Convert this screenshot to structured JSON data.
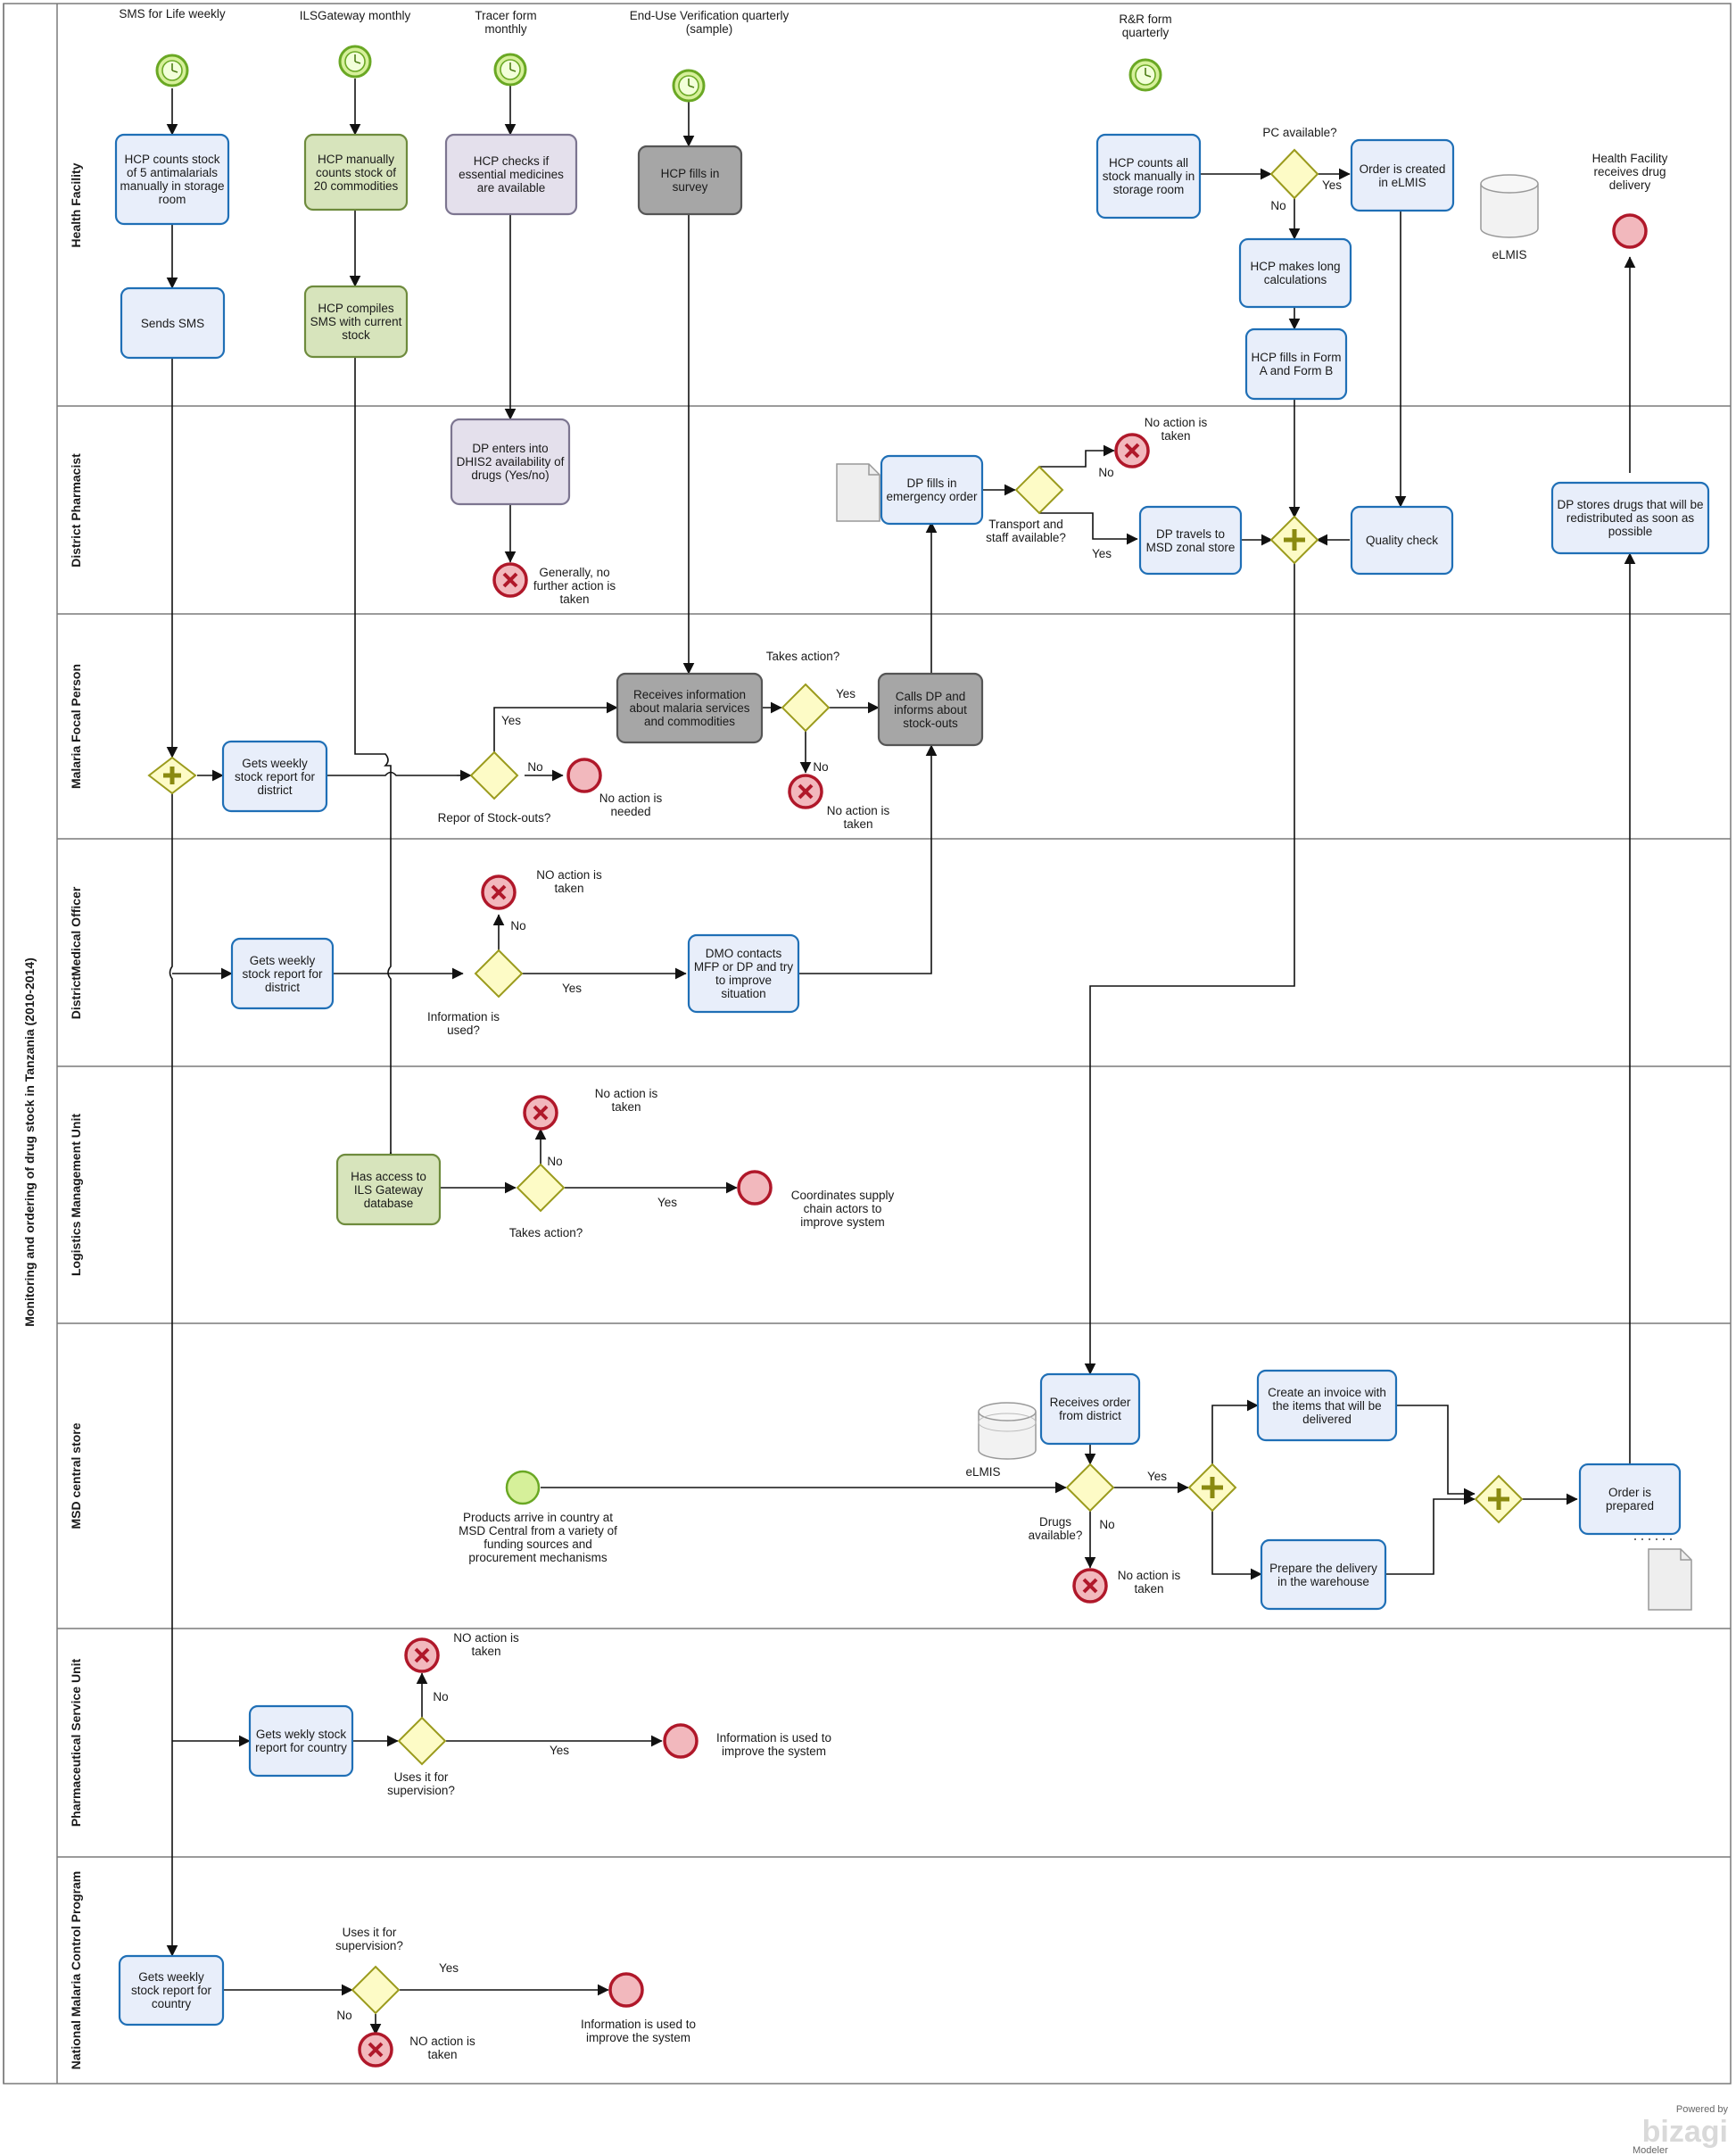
{
  "pool": {
    "title": "Monitoring and ordering of drug stock in Tanzania  (2010-2014)"
  },
  "lanes": [
    {
      "id": "health-facility",
      "label": "Health Facility"
    },
    {
      "id": "district-pharmacist",
      "label": "District Pharmacist"
    },
    {
      "id": "malaria-focal-person",
      "label": "Malaria Focal Person"
    },
    {
      "id": "district-medical-officer",
      "label": "DistrictMedical Officer"
    },
    {
      "id": "logistics-management-unit",
      "label": "Logistics Management Unit"
    },
    {
      "id": "msd-central-store",
      "label": "MSD central store"
    },
    {
      "id": "pharmaceutical-service-unit",
      "label": "Pharmaceutical Service Unit"
    },
    {
      "id": "national-malaria-control-program",
      "label": "National Malaria Control Program"
    }
  ],
  "tasks": {
    "hcp_counts_5": "HCP counts stock of 5 antimalarials manually in storage room",
    "sends_sms": "Sends SMS",
    "hcp_manually_counts_20": "HCP manually counts stock of 20 commodities",
    "hcp_compiles_sms": "HCP compiles SMS with current stock",
    "hcp_checks_essential": "HCP checks if essential medicines are available",
    "hcp_fills_survey": "HCP fills in survey",
    "hcp_counts_all": "HCP counts all stock manually in storage room",
    "order_created_elmis": "Order is created in eLMIS",
    "hcp_long_calculations": "HCP makes long calculations",
    "hcp_fills_forms": "HCP fills in Form A and Form B",
    "dp_enters_dhis2": "DP enters into DHIS2 availability of drugs (Yes/no)",
    "dp_fills_emergency": "DP fills in emergency order",
    "dp_travels_msd": "DP travels to MSD zonal store",
    "quality_check": "Quality check",
    "dp_stores_drugs": "DP stores drugs that will be redistributed as soon as possible",
    "mfp_gets_weekly": "Gets weekly stock report for district",
    "receives_malaria_info": "Receives information about malaria services and commodities",
    "calls_dp_informs": "Calls DP and informs about stock-outs",
    "dmo_gets_weekly": "Gets weekly stock report for district",
    "dmo_contacts": "DMO contacts MFP or DP and try to improve situation",
    "lmu_access_ils": "Has access to ILS Gateway database",
    "receives_order_district": "Receives order from district",
    "create_invoice": "Create an invoice with the items that will be delivered",
    "prepare_delivery": "Prepare the delivery in the warehouse",
    "order_prepared": "Order is prepared",
    "psu_gets_weekly": "Gets wekly stock report for country",
    "nmcp_gets_weekly": "Gets weekly stock report for country"
  },
  "events": {
    "sms_for_life": "SMS for Life weekly",
    "ils_gateway": "ILSGateway monthly",
    "tracer_form": "Tracer form monthly",
    "end_use_verification": "End-Use Verification quarterly (sample)",
    "rr_form": "R&R form quarterly",
    "health_facility_receives": "Health Facility receives drug delivery",
    "dp_no_action_taken": "No action is taken",
    "dp_generally_no_further": "Generally, no further action is taken",
    "mfp_no_action_needed": "No action is needed",
    "mfp_no_action_taken": "No action is taken",
    "dmo_no_action_taken": "NO action is taken",
    "lmu_no_action_taken": "No action is taken",
    "lmu_coordinates": "Coordinates supply chain actors to improve system",
    "msd_products_arrive": "Products arrive in country at MSD Central from a variety of funding sources and procurement mechanisms",
    "msd_no_action_taken": "No action is taken",
    "psu_no_action_taken": "NO action is taken",
    "psu_info_used": "Information is used to improve the system",
    "nmcp_info_used": "Information is used to improve the system",
    "nmcp_no_action_taken": "NO action is taken"
  },
  "gateways": {
    "pc_available": "PC available?",
    "transport_staff": "Transport and staff available?",
    "takes_action_mfp": "Takes action?",
    "report_stockouts": "Repor of Stock-outs?",
    "info_is_used": "Information is used?",
    "takes_action_lmu": "Takes action?",
    "drugs_available": "Drugs available?",
    "psu_uses_supervision": "Uses it for supervision?",
    "nmcp_uses_supervision": "Uses it for supervision?"
  },
  "flow_labels": {
    "yes": "Yes",
    "no": "No"
  },
  "artifacts": {
    "elmis_health_facility": "eLMIS",
    "elmis_msd": "eLMIS"
  },
  "branding": {
    "powered_by": "Powered by",
    "brand": "bizagi",
    "product": "Modeler"
  },
  "colors": {
    "task_blue_fill": "#e8eefa",
    "task_blue_stroke": "#1f6fb6",
    "task_green_fill": "#d7e4bc",
    "task_green_stroke": "#6e8b3d",
    "task_purple_fill": "#e4e0ec",
    "task_purple_stroke": "#7c7590",
    "task_grey_fill": "#a6a6a6",
    "task_grey_stroke": "#555555",
    "start_event_fill": "#d6f09a",
    "start_event_stroke": "#6aa824",
    "end_event_fill": "#f2b8bd",
    "end_event_stroke": "#b0182a",
    "gateway_fill": "#fdfbc6",
    "gateway_stroke": "#9b9b1d",
    "lane_stroke": "#7a7a7a"
  }
}
